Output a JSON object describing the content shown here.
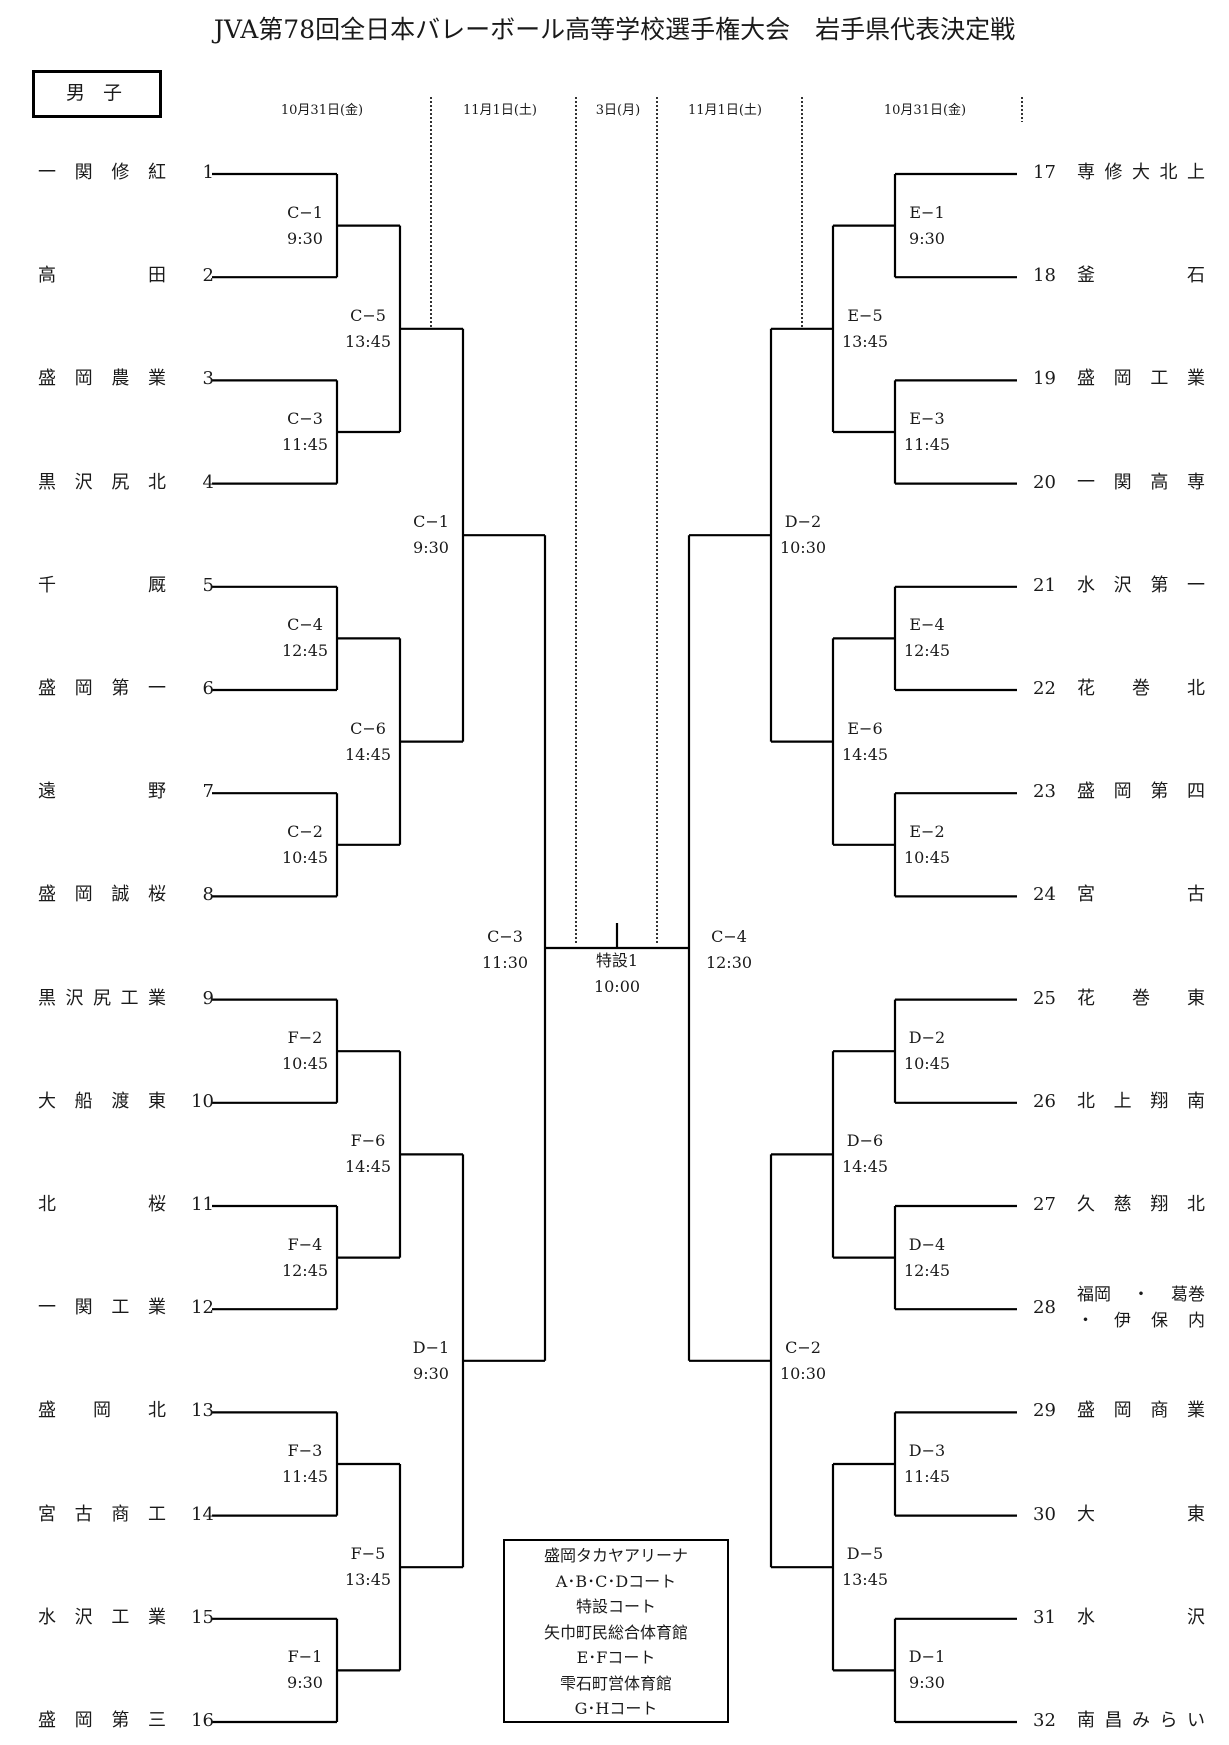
{
  "title": "JVA第78回全日本バレーボール高等学校選手権大会　岩手県代表決定戦",
  "division": "男 子",
  "dates": [
    "10月31日(金)",
    "11月1日(土)",
    "3日(月)",
    "11月1日(土)",
    "10月31日(金)"
  ],
  "teams_left": [
    {
      "seed": "1",
      "name": [
        "一",
        "関",
        "修",
        "紅"
      ]
    },
    {
      "seed": "2",
      "name": [
        "高",
        "田"
      ]
    },
    {
      "seed": "3",
      "name": [
        "盛",
        "岡",
        "農",
        "業"
      ]
    },
    {
      "seed": "4",
      "name": [
        "黒",
        "沢",
        "尻",
        "北"
      ]
    },
    {
      "seed": "5",
      "name": [
        "千",
        "厩"
      ]
    },
    {
      "seed": "6",
      "name": [
        "盛",
        "岡",
        "第",
        "一"
      ]
    },
    {
      "seed": "7",
      "name": [
        "遠",
        "野"
      ]
    },
    {
      "seed": "8",
      "name": [
        "盛",
        "岡",
        "誠",
        "桜"
      ]
    },
    {
      "seed": "9",
      "name": [
        "黒",
        "沢",
        "尻",
        "工",
        "業"
      ]
    },
    {
      "seed": "10",
      "name": [
        "大",
        "船",
        "渡",
        "東"
      ]
    },
    {
      "seed": "11",
      "name": [
        "北",
        "桜"
      ]
    },
    {
      "seed": "12",
      "name": [
        "一",
        "関",
        "工",
        "業"
      ]
    },
    {
      "seed": "13",
      "name": [
        "盛",
        "岡",
        "北"
      ]
    },
    {
      "seed": "14",
      "name": [
        "宮",
        "古",
        "商",
        "工"
      ]
    },
    {
      "seed": "15",
      "name": [
        "水",
        "沢",
        "工",
        "業"
      ]
    },
    {
      "seed": "16",
      "name": [
        "盛",
        "岡",
        "第",
        "三"
      ]
    }
  ],
  "teams_right": [
    {
      "seed": "17",
      "name": [
        "専",
        "修",
        "大",
        "北",
        "上"
      ]
    },
    {
      "seed": "18",
      "name": [
        "釜",
        "石"
      ]
    },
    {
      "seed": "19",
      "name": [
        "盛",
        "岡",
        "工",
        "業"
      ]
    },
    {
      "seed": "20",
      "name": [
        "一",
        "関",
        "高",
        "専"
      ]
    },
    {
      "seed": "21",
      "name": [
        "水",
        "沢",
        "第",
        "一"
      ]
    },
    {
      "seed": "22",
      "name": [
        "花",
        "巻",
        "北"
      ]
    },
    {
      "seed": "23",
      "name": [
        "盛",
        "岡",
        "第",
        "四"
      ]
    },
    {
      "seed": "24",
      "name": [
        "宮",
        "古"
      ]
    },
    {
      "seed": "25",
      "name": [
        "花",
        "巻",
        "東"
      ]
    },
    {
      "seed": "26",
      "name": [
        "北",
        "上",
        "翔",
        "南"
      ]
    },
    {
      "seed": "27",
      "name": [
        "久",
        "慈",
        "翔",
        "北"
      ]
    },
    {
      "seed": "28",
      "name_lines": [
        [
          "福岡",
          "・",
          "葛巻"
        ],
        [
          "・",
          "伊",
          "保",
          "内"
        ]
      ]
    },
    {
      "seed": "29",
      "name": [
        "盛",
        "岡",
        "商",
        "業"
      ]
    },
    {
      "seed": "30",
      "name": [
        "大",
        "東"
      ]
    },
    {
      "seed": "31",
      "name": [
        "水",
        "沢"
      ]
    },
    {
      "seed": "32",
      "name": [
        "南",
        "昌",
        "み",
        "ら",
        "い"
      ]
    }
  ],
  "matches": {
    "left_r1": [
      {
        "code": "C−1",
        "time": "9:30"
      },
      {
        "code": "C−3",
        "time": "11:45"
      },
      {
        "code": "C−4",
        "time": "12:45"
      },
      {
        "code": "C−2",
        "time": "10:45"
      },
      {
        "code": "F−2",
        "time": "10:45"
      },
      {
        "code": "F−4",
        "time": "12:45"
      },
      {
        "code": "F−3",
        "time": "11:45"
      },
      {
        "code": "F−1",
        "time": "9:30"
      }
    ],
    "left_r2": [
      {
        "code": "C−5",
        "time": "13:45"
      },
      {
        "code": "C−6",
        "time": "14:45"
      },
      {
        "code": "F−6",
        "time": "14:45"
      },
      {
        "code": "F−5",
        "time": "13:45"
      }
    ],
    "left_r3": [
      {
        "code": "C−1",
        "time": "9:30"
      },
      {
        "code": "D−1",
        "time": "9:30"
      }
    ],
    "left_semi": {
      "code": "C−3",
      "time": "11:30"
    },
    "final": {
      "code": "特設1",
      "time": "10:00"
    },
    "right_semi": {
      "code": "C−4",
      "time": "12:30"
    },
    "right_r3": [
      {
        "code": "D−2",
        "time": "10:30"
      },
      {
        "code": "C−2",
        "time": "10:30"
      }
    ],
    "right_r2": [
      {
        "code": "E−5",
        "time": "13:45"
      },
      {
        "code": "E−6",
        "time": "14:45"
      },
      {
        "code": "D−6",
        "time": "14:45"
      },
      {
        "code": "D−5",
        "time": "13:45"
      }
    ],
    "right_r1": [
      {
        "code": "E−1",
        "time": "9:30"
      },
      {
        "code": "E−3",
        "time": "11:45"
      },
      {
        "code": "E−4",
        "time": "12:45"
      },
      {
        "code": "E−2",
        "time": "10:45"
      },
      {
        "code": "D−2",
        "time": "10:45"
      },
      {
        "code": "D−4",
        "time": "12:45"
      },
      {
        "code": "D−3",
        "time": "11:45"
      },
      {
        "code": "D−1",
        "time": "9:30"
      }
    ]
  },
  "venues": [
    "盛岡タカヤアリーナ",
    "A･B･C･Dコート",
    "特設コート",
    "矢巾町民総合体育館",
    "E･Fコート",
    "雫石町営体育館",
    "G･Hコート"
  ]
}
